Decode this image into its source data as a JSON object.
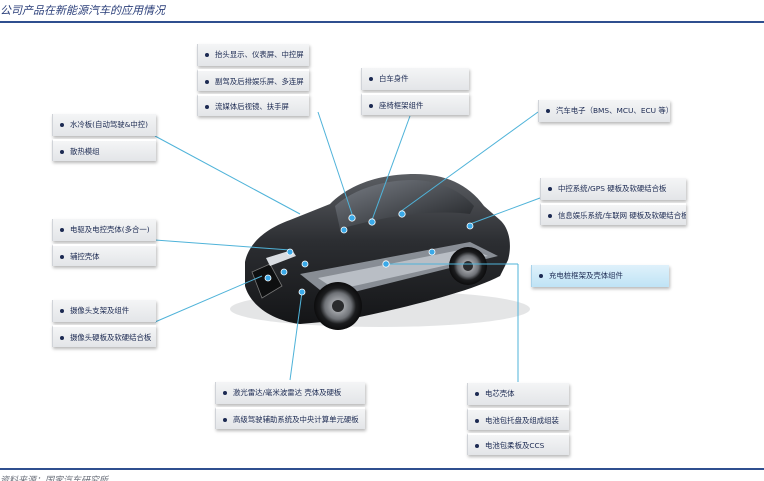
{
  "figure": {
    "title": "公司产品在新能源汽车的应用情况",
    "source": "资料来源：国家汽车研究所"
  },
  "colors": {
    "rule": "#2f4f8f",
    "title_text": "#2b3f7a",
    "box_text": "#1c2a52",
    "leader_line": "#4fb3d9",
    "hot_spot": "#3aa9e8",
    "highlight_box": "#cfe9f7"
  },
  "groups": {
    "display": [
      "抬头显示、仪表屏、中控屏",
      "副驾及后排娱乐屏、多连屏",
      "流媒体后视镜、扶手屏"
    ],
    "body": [
      "白车身件",
      "座椅框架组件"
    ],
    "cooling": [
      "水冷板(自动驾驶&中控)",
      "散热模组"
    ],
    "electronics": [
      "汽车电子（BMS、MCU、ECU 等）"
    ],
    "motor": [
      "电驱及电控壳体(多合一)",
      "辅控壳体"
    ],
    "infotainment": [
      "中控系统/GPS 硬板及软硬结合板",
      "信息娱乐系统/车联网 硬板及软硬结合板"
    ],
    "charging": [
      "充电桩框架及壳体组件"
    ],
    "camera": [
      "摄像头支架及组件",
      "摄像头硬板及软硬结合板"
    ],
    "adas": [
      "激光雷达/毫米波雷达 壳体及硬板",
      "高级驾驶辅助系统及中央计算单元硬板"
    ],
    "battery": [
      "电芯壳体",
      "电池包托盘及组成组装",
      "电池包柔板及CCS"
    ]
  }
}
